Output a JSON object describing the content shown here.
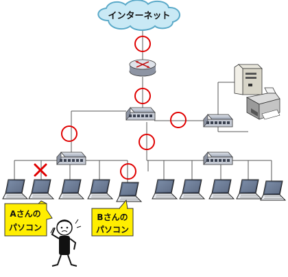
{
  "cloud": {
    "label": "インターネット"
  },
  "callouts": [
    {
      "id": "a",
      "line1": "Aさんの",
      "line2": "パソコン"
    },
    {
      "id": "b",
      "line1": "Bさんの",
      "line2": "パソコン"
    }
  ],
  "colors": {
    "cloud_fill": "#c9e9f5",
    "cloud_stroke": "#5aa9c8",
    "marker": "#e00000",
    "callout_fill": "#ffee00",
    "line": "#555555"
  },
  "icons": [
    "router-icon",
    "switch-icon",
    "laptop-icon",
    "server-icon",
    "printer-icon",
    "person-icon",
    "cross-icon"
  ]
}
